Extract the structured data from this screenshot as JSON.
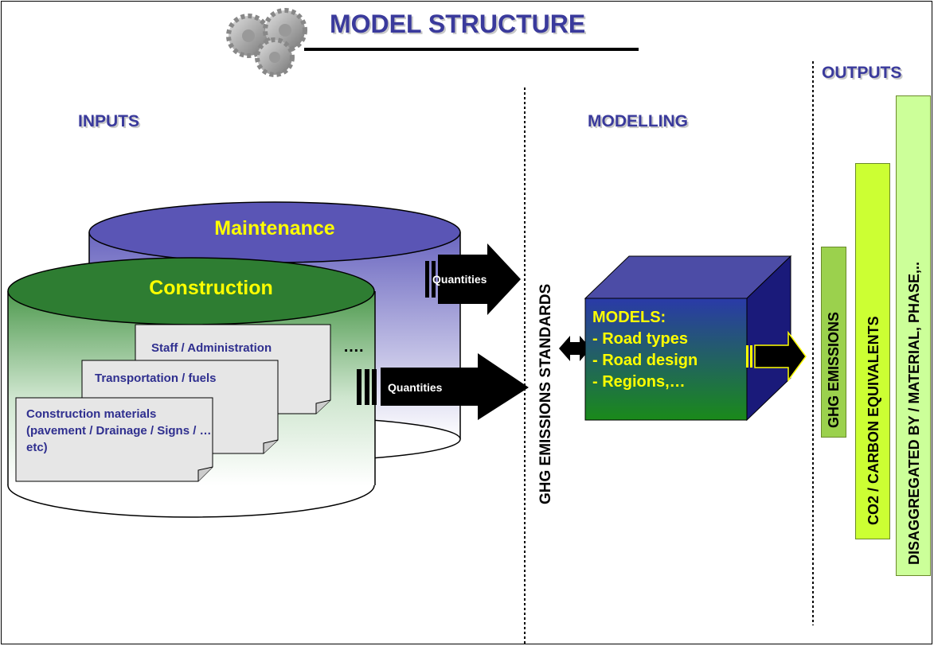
{
  "title": "MODEL STRUCTURE",
  "sections": {
    "inputs": "INPUTS",
    "modelling": "MODELLING",
    "outputs": "OUTPUTS"
  },
  "inputs": {
    "maintenance": "Maintenance",
    "construction": "Construction",
    "documents": [
      {
        "text": "Staff / Administration"
      },
      {
        "text": "Transportation / fuels"
      },
      {
        "text": "Construction materials (pavement / Drainage / Signs / … etc)"
      }
    ],
    "ellipsis": "…."
  },
  "arrows": {
    "quantities_top": "Quantities",
    "quantities_bottom": "Quantities"
  },
  "standards": "GHG EMISSIONS STANDARDS",
  "model_box": {
    "heading": "MODELS:",
    "items": [
      "- Road types",
      "- Road design",
      "- Regions,…"
    ]
  },
  "outputs": {
    "bars": [
      {
        "label": "GHG EMISSIONS",
        "color": "#9bd14d"
      },
      {
        "label": "CO2 / CARBON EQUIVALENTS",
        "color": "#ccff33"
      },
      {
        "label": "DISAGGREGATED BY / MATERIAL, PHASE,..",
        "color": "#ccff99"
      }
    ]
  },
  "colors": {
    "heading": "#3a3a9c",
    "maintenance_top": "#5a55b5",
    "construction_top": "#2e7d32",
    "label_yellow": "#ffff00"
  }
}
